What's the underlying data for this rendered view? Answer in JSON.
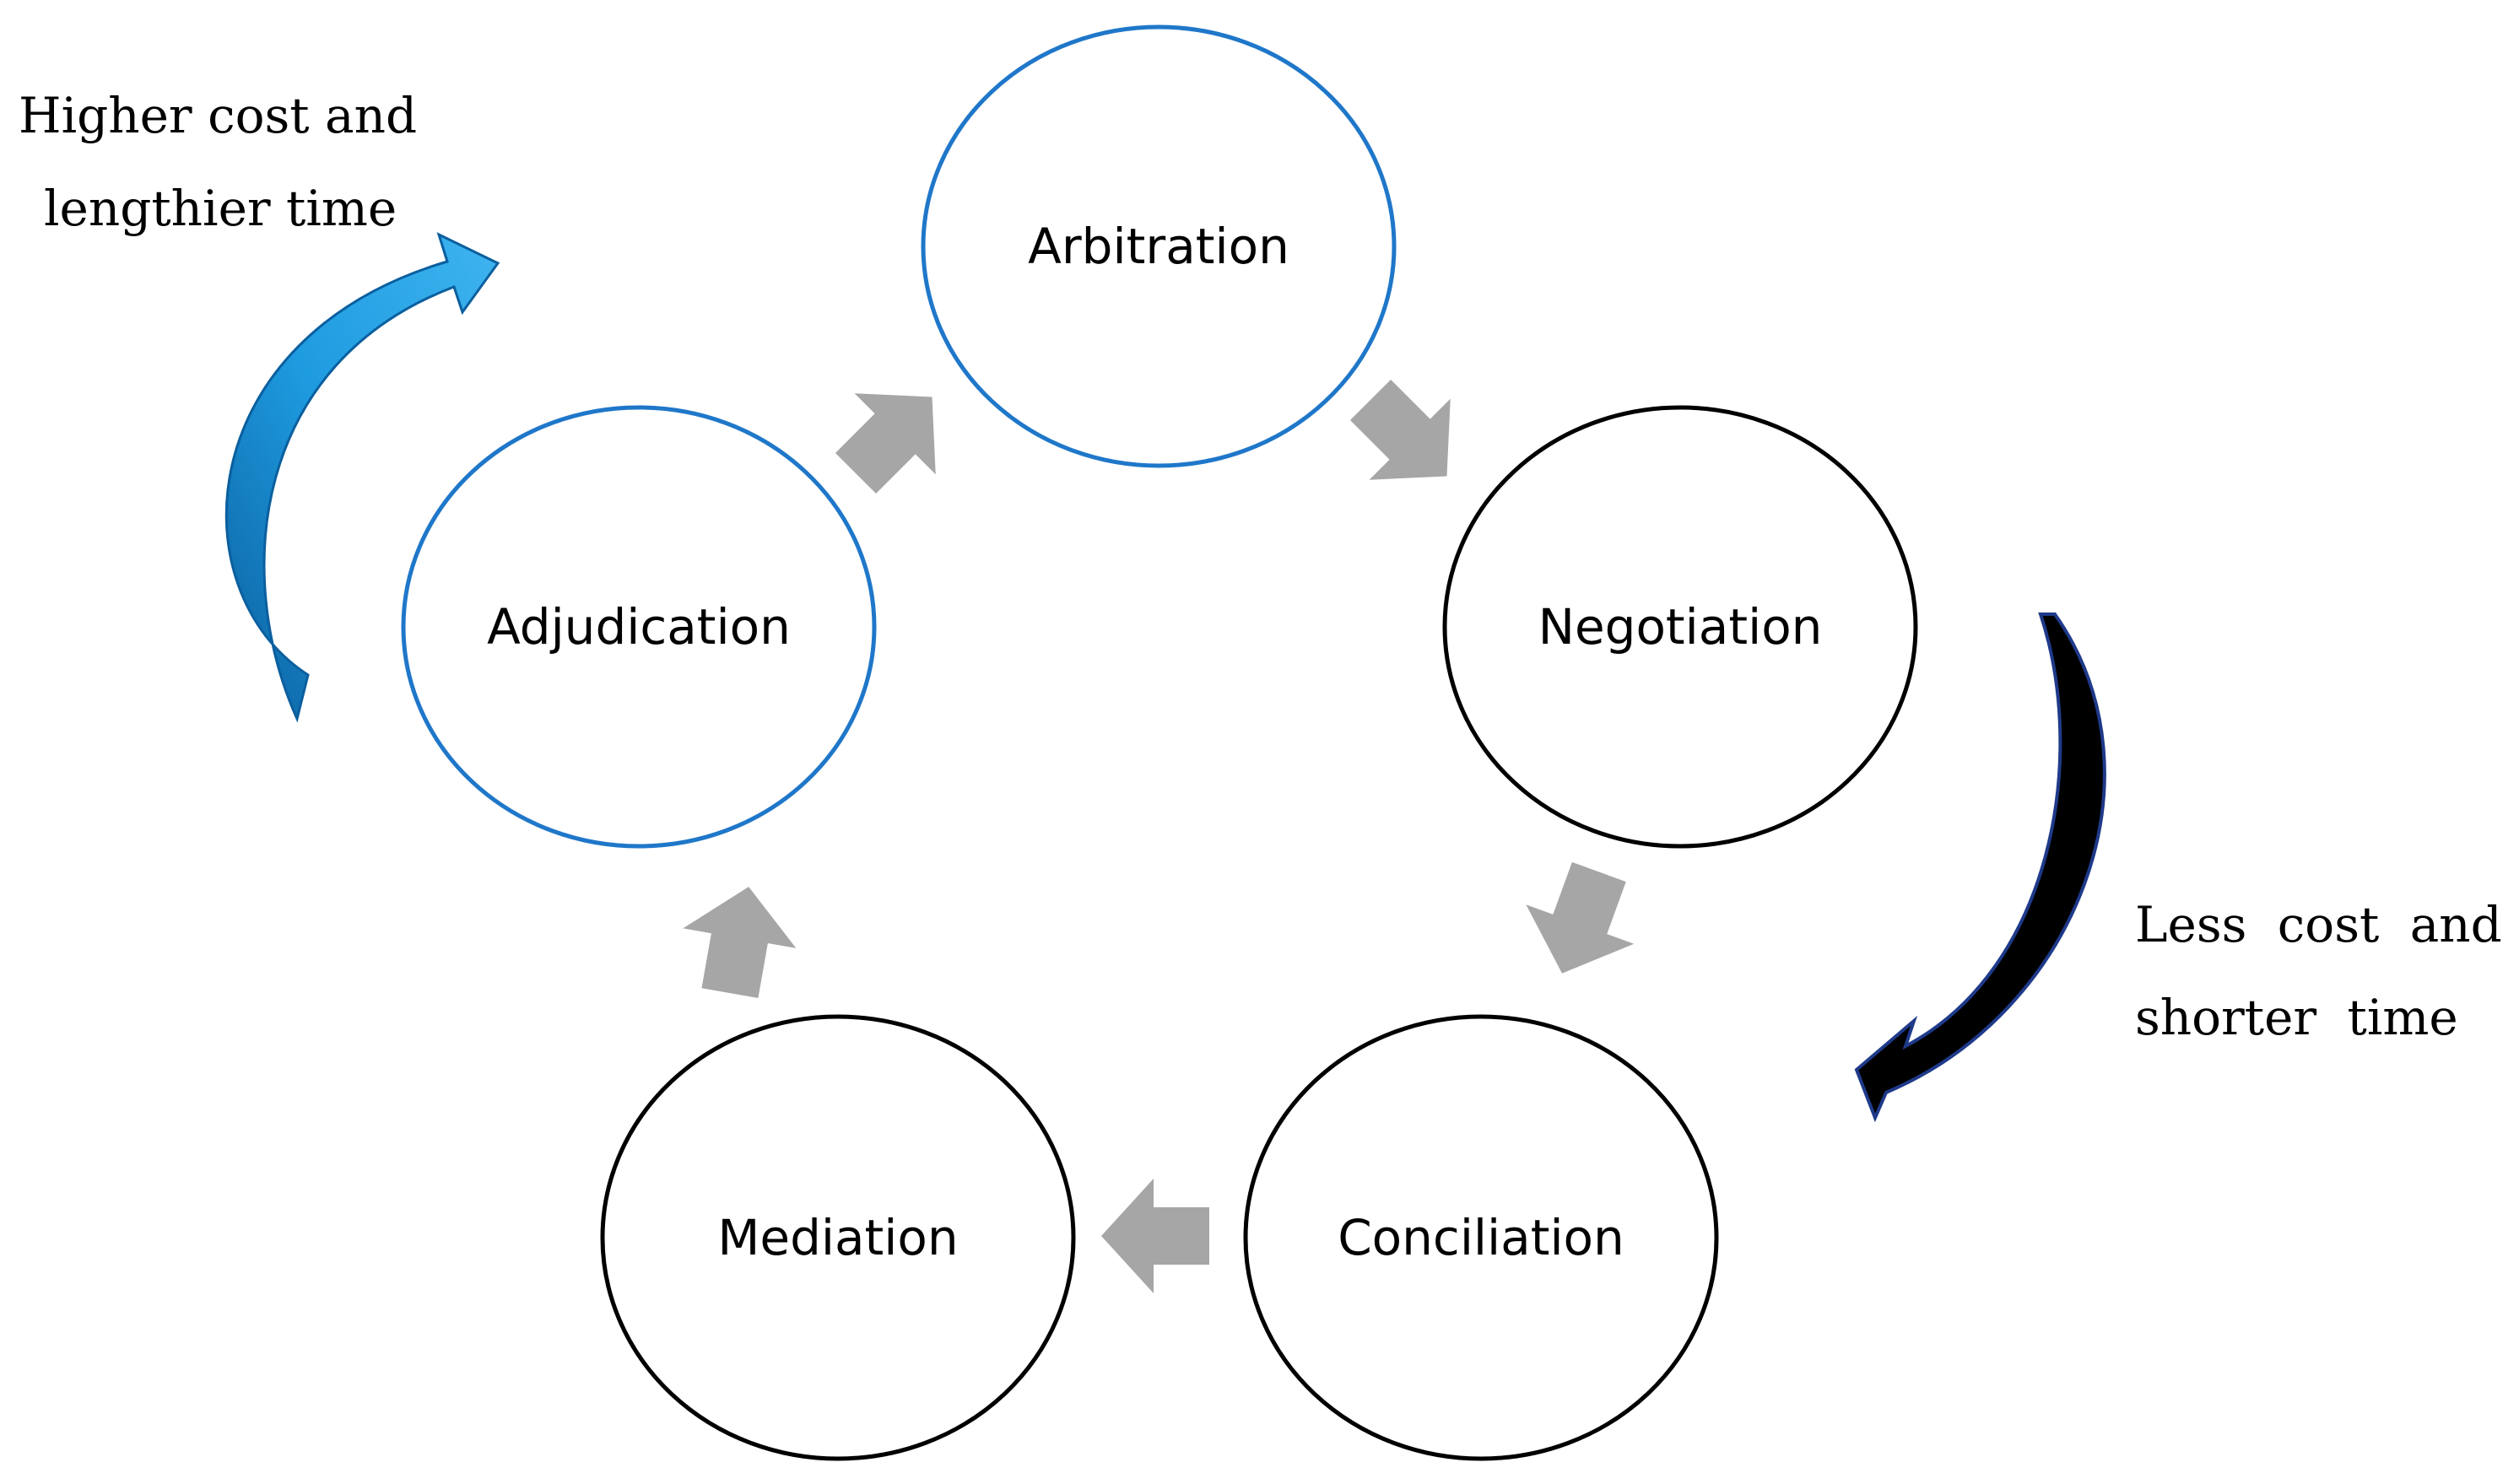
{
  "diagram": {
    "nodes": [
      {
        "id": "arbitration",
        "label": "Arbitration",
        "outline": "#1f77c9"
      },
      {
        "id": "negotiation",
        "label": "Negotiation",
        "outline": "#000000"
      },
      {
        "id": "conciliation",
        "label": "Conciliation",
        "outline": "#000000"
      },
      {
        "id": "mediation",
        "label": "Mediation",
        "outline": "#000000"
      },
      {
        "id": "adjudication",
        "label": "Adjudication",
        "outline": "#1f77c9"
      }
    ],
    "edges": [
      {
        "from": "arbitration",
        "to": "negotiation"
      },
      {
        "from": "negotiation",
        "to": "conciliation"
      },
      {
        "from": "conciliation",
        "to": "mediation"
      },
      {
        "from": "mediation",
        "to": "adjudication"
      },
      {
        "from": "adjudication",
        "to": "arbitration"
      }
    ],
    "annotations": {
      "higher": {
        "line1": "Higher cost and",
        "line2": "lengthier time",
        "arrow_color": "#1e9be0"
      },
      "less": {
        "line1": "Less cost and",
        "line2": "shorter time",
        "arrow_color": "#000000"
      }
    },
    "colors": {
      "cycle_arrow": "#a6a6a6",
      "blue_outline": "#1f77c9",
      "black_outline": "#000000"
    }
  }
}
